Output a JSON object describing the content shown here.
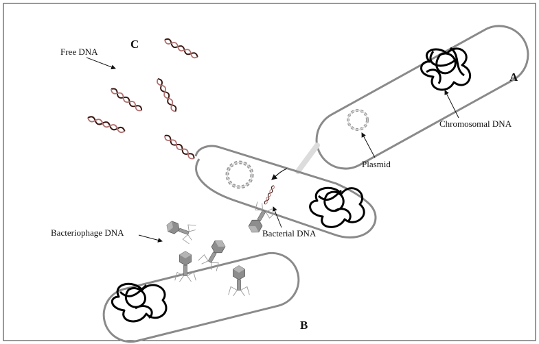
{
  "labels": {
    "panel_a": "A",
    "panel_b": "B",
    "panel_c": "C",
    "free_dna": "Free DNA",
    "chromosomal_dna": "Chromosomal DNA",
    "plasmid": "Plasmid",
    "bacterial_dna": "Bacterial DNA",
    "bacteriophage_dna": "Bacteriophage DNA"
  },
  "colors": {
    "cell_outline": "#8a8a8a",
    "dna_strand_dark": "#3a1712",
    "dna_strand_light": "#b07070",
    "phage_gray": "#7f7f7f",
    "chromosome": "#000000",
    "frame": "#333333"
  }
}
